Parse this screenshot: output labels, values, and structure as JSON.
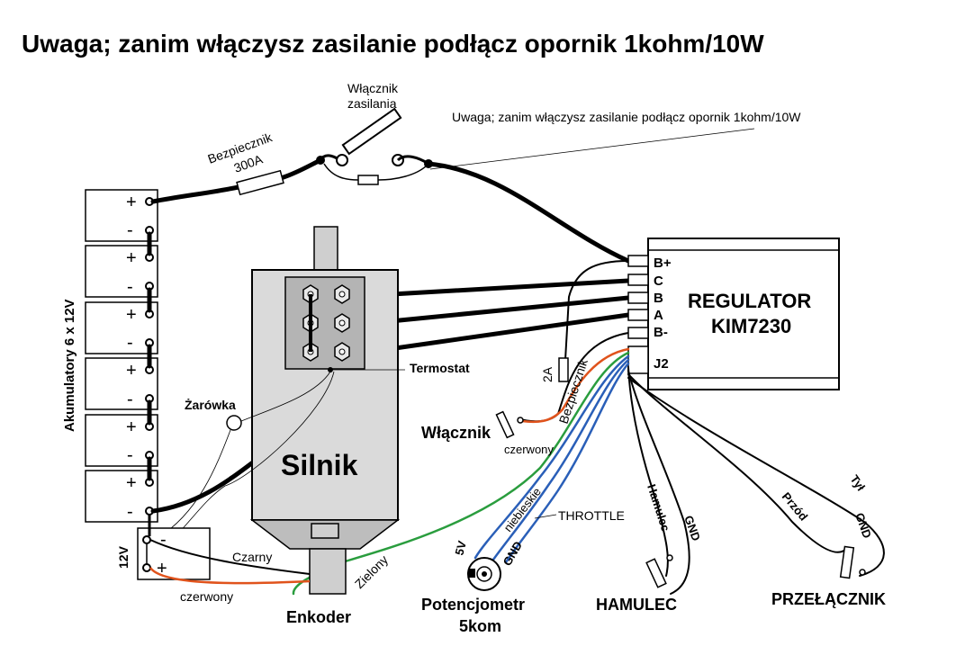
{
  "header": {
    "title": "Uwaga; zanim włączysz zasilanie podłącz opornik 1kohm/10W"
  },
  "labels": {
    "note": "Uwaga; zanim włączysz zasilanie podłącz opornik 1kohm/10W",
    "power_switch_line1": "Włącznik",
    "power_switch_line2": "zasilania",
    "main_fuse_line1": "Bezpiecznik",
    "main_fuse_line2": "300A",
    "batteries": "Akumulatory 6 x 12V",
    "plus": "+",
    "minus": "-",
    "thermostat": "Termostat",
    "bulb": "Żarówka",
    "motor": "Silnik",
    "controller_line1": "REGULATOR",
    "controller_line2": "KIM7230",
    "term_bplus": "B+",
    "term_c": "C",
    "term_b": "B",
    "term_a": "A",
    "term_bminus": "B-",
    "term_j2": "J2",
    "fuse2_value": "2A",
    "fuse2_name": "Bezpiecznik",
    "key_switch": "Włącznik",
    "wire_red": "czerwony",
    "wire_blue": "niebieskie",
    "throttle": "THROTTLE",
    "wire_green": "Zielony",
    "wire_black": "Czarny",
    "wire_red2": "czerwony",
    "encoder": "Enkoder",
    "aux_12v": "12V",
    "pot_line1": "Potencjometr",
    "pot_line2": "5kom",
    "pot_5v": "5V",
    "pot_gnd": "GND",
    "brake_wire": "Hamulec",
    "brake_gnd": "GND",
    "brake": "HAMULEC",
    "fwd": "Przód",
    "rev": "Tył",
    "sel_gnd": "GND",
    "selector": "PRZEŁĄCZNIK"
  },
  "colors": {
    "wire_red": "#e0531c",
    "wire_green": "#2a9d3e",
    "wire_blue": "#2a5fb8",
    "motor_fill": "#dadada",
    "terminal_plate": "#b4b4b4"
  }
}
